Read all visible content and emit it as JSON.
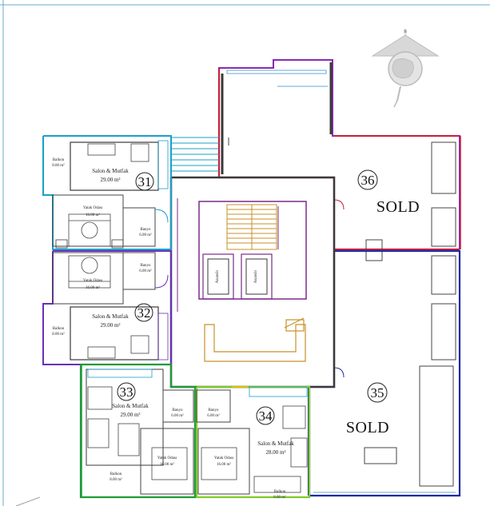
{
  "compass": {
    "north_letter": "N"
  },
  "units": [
    {
      "number": "31",
      "rooms": {
        "salon": "Salon & Mutfak",
        "salon_area": "29.00 m²",
        "balcony": "Balkon",
        "balcony_area": "8.00 m²",
        "bedroom": "Yatak Odası",
        "bedroom_area": "16.00 m²",
        "bath": "Banyo",
        "bath_area": "6.00 m²"
      }
    },
    {
      "number": "32",
      "rooms": {
        "salon": "Salon & Mutfak",
        "salon_area": "29.00 m²",
        "balcony": "Balkon",
        "balcony_area": "8.00 m²",
        "bedroom": "Yatak Odası",
        "bedroom_area": "16.00 m²",
        "bath": "Banyo",
        "bath_area": "6.00 m²"
      }
    },
    {
      "number": "33",
      "rooms": {
        "salon": "Salon & Mutfak",
        "salon_area": "29.00 m²",
        "balcony": "Balkon",
        "balcony_area": "8.00 m²",
        "bedroom": "Yatak Odası",
        "bedroom_area": "16.00 m²",
        "bath": "Banyo",
        "bath_area": "6.00 m²"
      }
    },
    {
      "number": "34",
      "rooms": {
        "salon": "Salon & Mutfak",
        "salon_area": "28.00 m²",
        "balcony": "Balkon",
        "balcony_area": "8.00 m²",
        "bedroom": "Yatak Odası",
        "bedroom_area": "16.00 m²",
        "bath": "Banyo",
        "bath_area": "6.00 m²"
      }
    },
    {
      "number": "35",
      "status": "SOLD"
    },
    {
      "number": "36",
      "status": "SOLD"
    }
  ],
  "elevators": [
    "Asansör",
    "Asansör"
  ],
  "colors": {
    "unit31": "#1aa0c8",
    "unit32": "#6a2fb8",
    "unit33": "#1f9a3a",
    "unit34": "#7fcc2a",
    "unit35": "#1f2aa0",
    "unit36": "#c81e3c",
    "core": "#7a2a8a",
    "stairs": "#c8912a",
    "walls": "#3a3a3a"
  }
}
